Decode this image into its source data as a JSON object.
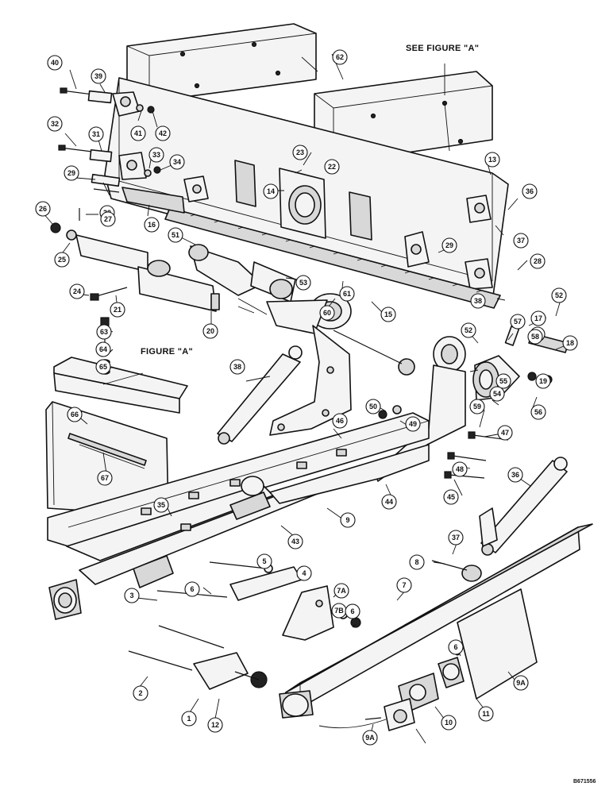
{
  "labels": {
    "see_figure_a": "SEE FIGURE \"A\"",
    "figure_a": "FIGURE \"A\"",
    "drawing_code": "B671556"
  },
  "callouts": [
    "40",
    "39",
    "41",
    "42",
    "62",
    "32",
    "31",
    "33",
    "34",
    "29",
    "30",
    "16",
    "26",
    "27",
    "25",
    "24",
    "21",
    "20",
    "23",
    "22",
    "14",
    "13",
    "36",
    "37",
    "51",
    "53",
    "61",
    "60",
    "15",
    "29b",
    "28",
    "38b",
    "52",
    "17",
    "16b",
    "18",
    "19",
    "56",
    "55",
    "59",
    "52b",
    "54",
    "57",
    "58",
    "63",
    "64",
    "65",
    "66",
    "67",
    "38",
    "46",
    "50",
    "49",
    "47",
    "48",
    "45",
    "44",
    "43",
    "9",
    "35",
    "36b",
    "37b",
    "8",
    "7",
    "5",
    "4",
    "7A",
    "7B",
    "6",
    "6b",
    "3",
    "2",
    "1",
    "12",
    "6c",
    "9A",
    "11",
    "10",
    "9Ab"
  ]
}
